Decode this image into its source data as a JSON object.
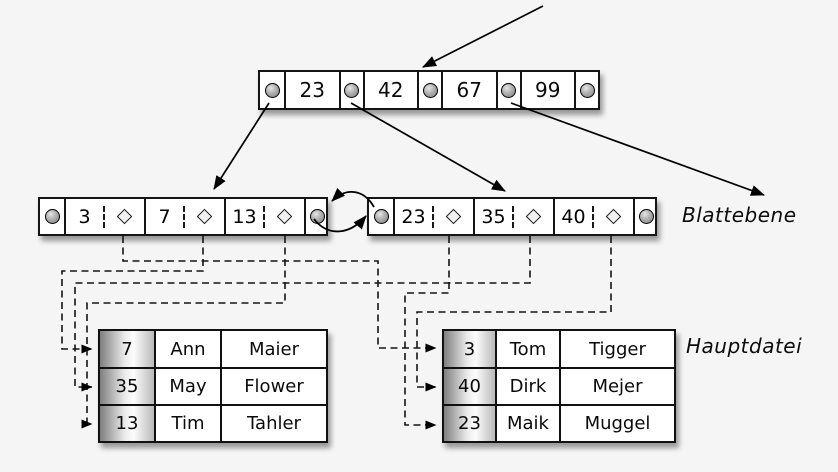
{
  "diagram": {
    "title_hint": "B+-tree index with leaf level and main file",
    "background": "#f5f5f5",
    "line_color": "#000000",
    "root": {
      "keys": [
        "23",
        "42",
        "67",
        "99"
      ]
    },
    "leaves": {
      "left": {
        "keys": [
          "3",
          "7",
          "13"
        ]
      },
      "right": {
        "keys": [
          "23",
          "35",
          "40"
        ]
      }
    },
    "labels": {
      "leaf_level": "Blattebene",
      "main_file": "Hauptdatei"
    },
    "tables": {
      "left": {
        "rows": [
          {
            "key": "7",
            "first": "Ann",
            "last": "Maier"
          },
          {
            "key": "35",
            "first": "May",
            "last": "Flower"
          },
          {
            "key": "13",
            "first": "Tim",
            "last": "Tahler"
          }
        ]
      },
      "right": {
        "rows": [
          {
            "key": "3",
            "first": "Tom",
            "last": "Tigger"
          },
          {
            "key": "40",
            "first": "Dirk",
            "last": "Mejer"
          },
          {
            "key": "23",
            "first": "Maik",
            "last": "Muggel"
          }
        ]
      }
    }
  }
}
